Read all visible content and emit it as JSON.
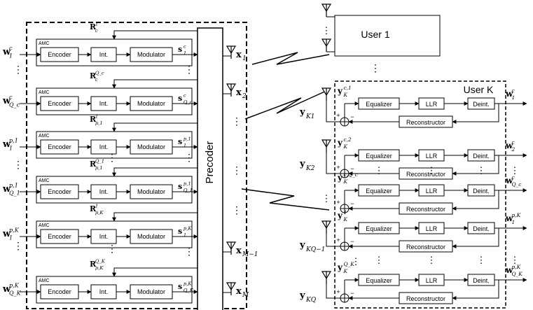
{
  "transmitter": {
    "precoder_label": "Precoder",
    "amc_label": "AMC",
    "encoder_label": "Encoder",
    "int_label": "Int.",
    "modulator_label": "Modulator",
    "streams": [
      {
        "input": "w",
        "input_sup": "c",
        "input_sub": "1",
        "rate": "R",
        "rate_sup": "1",
        "rate_sub": "c",
        "output": "s",
        "output_sup": "c",
        "output_sub": "1"
      },
      {
        "input": "w",
        "input_sup": "c",
        "input_sub": "Q_c",
        "rate": "R",
        "rate_sup": "Q_c",
        "rate_sub": "c",
        "output": "s",
        "output_sup": "c",
        "output_sub": "Q_c"
      },
      {
        "input": "w",
        "input_sup": "p,1",
        "input_sub": "1",
        "rate": "R",
        "rate_sup": "1",
        "rate_sub": "p,1",
        "output": "s",
        "output_sup": "p,1",
        "output_sub": "1"
      },
      {
        "input": "w",
        "input_sup": "p,1",
        "input_sub": "Q_1",
        "rate": "R",
        "rate_sup": "Q_1",
        "rate_sub": "p,1",
        "output": "s",
        "output_sup": "p,1",
        "output_sub": "Q_1"
      },
      {
        "input": "w",
        "input_sup": "p,K",
        "input_sub": "1",
        "rate": "R",
        "rate_sup": "1",
        "rate_sub": "p,K",
        "output": "s",
        "output_sup": "p,K",
        "output_sub": "1"
      },
      {
        "input": "w",
        "input_sup": "p,K",
        "input_sub": "Q_K",
        "rate": "R",
        "rate_sup": "Q_K",
        "rate_sub": "p,K",
        "output": "s",
        "output_sup": "p,K",
        "output_sub": "Q_K"
      }
    ],
    "antennas": [
      {
        "name": "x",
        "sub": "1"
      },
      {
        "name": "x",
        "sub": "2"
      },
      {
        "name": "x",
        "sub": "M−1"
      },
      {
        "name": "x",
        "sub": "M"
      }
    ]
  },
  "users": {
    "user1_label": "User 1",
    "userk_label": "User K",
    "equalizer_label": "Equalizer",
    "llr_label": "LLR",
    "deint_label": "Deint.",
    "reconstructor_label": "Reconstructor",
    "rows": [
      {
        "ybar": "y",
        "ybar_sup": "c,1",
        "ybar_sub": "K",
        "output": "w",
        "output_sup": "c",
        "output_sub": "1"
      },
      {
        "ybar": "y",
        "ybar_sup": "c,2",
        "ybar_sub": "K",
        "output": "w",
        "output_sup": "c",
        "output_sub": "2"
      },
      {
        "ybar": "y",
        "ybar_sup": "c,Q_c",
        "ybar_sub": "K",
        "output": "w",
        "output_sup": "c",
        "output_sub": "Q_c"
      },
      {
        "ybar": "y",
        "ybar_sup": "1",
        "ybar_sub": "K",
        "output": "w",
        "output_sup": "p,K",
        "output_sub": "1"
      },
      {
        "ybar": "y",
        "ybar_sup": "Q_K",
        "ybar_sub": "K",
        "output": "w",
        "output_sup": "p,K",
        "output_sub": "Q_K"
      }
    ],
    "antennas": [
      {
        "name": "y",
        "sub": "K1"
      },
      {
        "name": "y",
        "sub": "K2"
      },
      {
        "name": "y",
        "sub": "KQ−1"
      },
      {
        "name": "y",
        "sub": "KQ"
      }
    ],
    "plus_sign": "+",
    "minus_sign": "−"
  },
  "ellipsis": "⋮"
}
